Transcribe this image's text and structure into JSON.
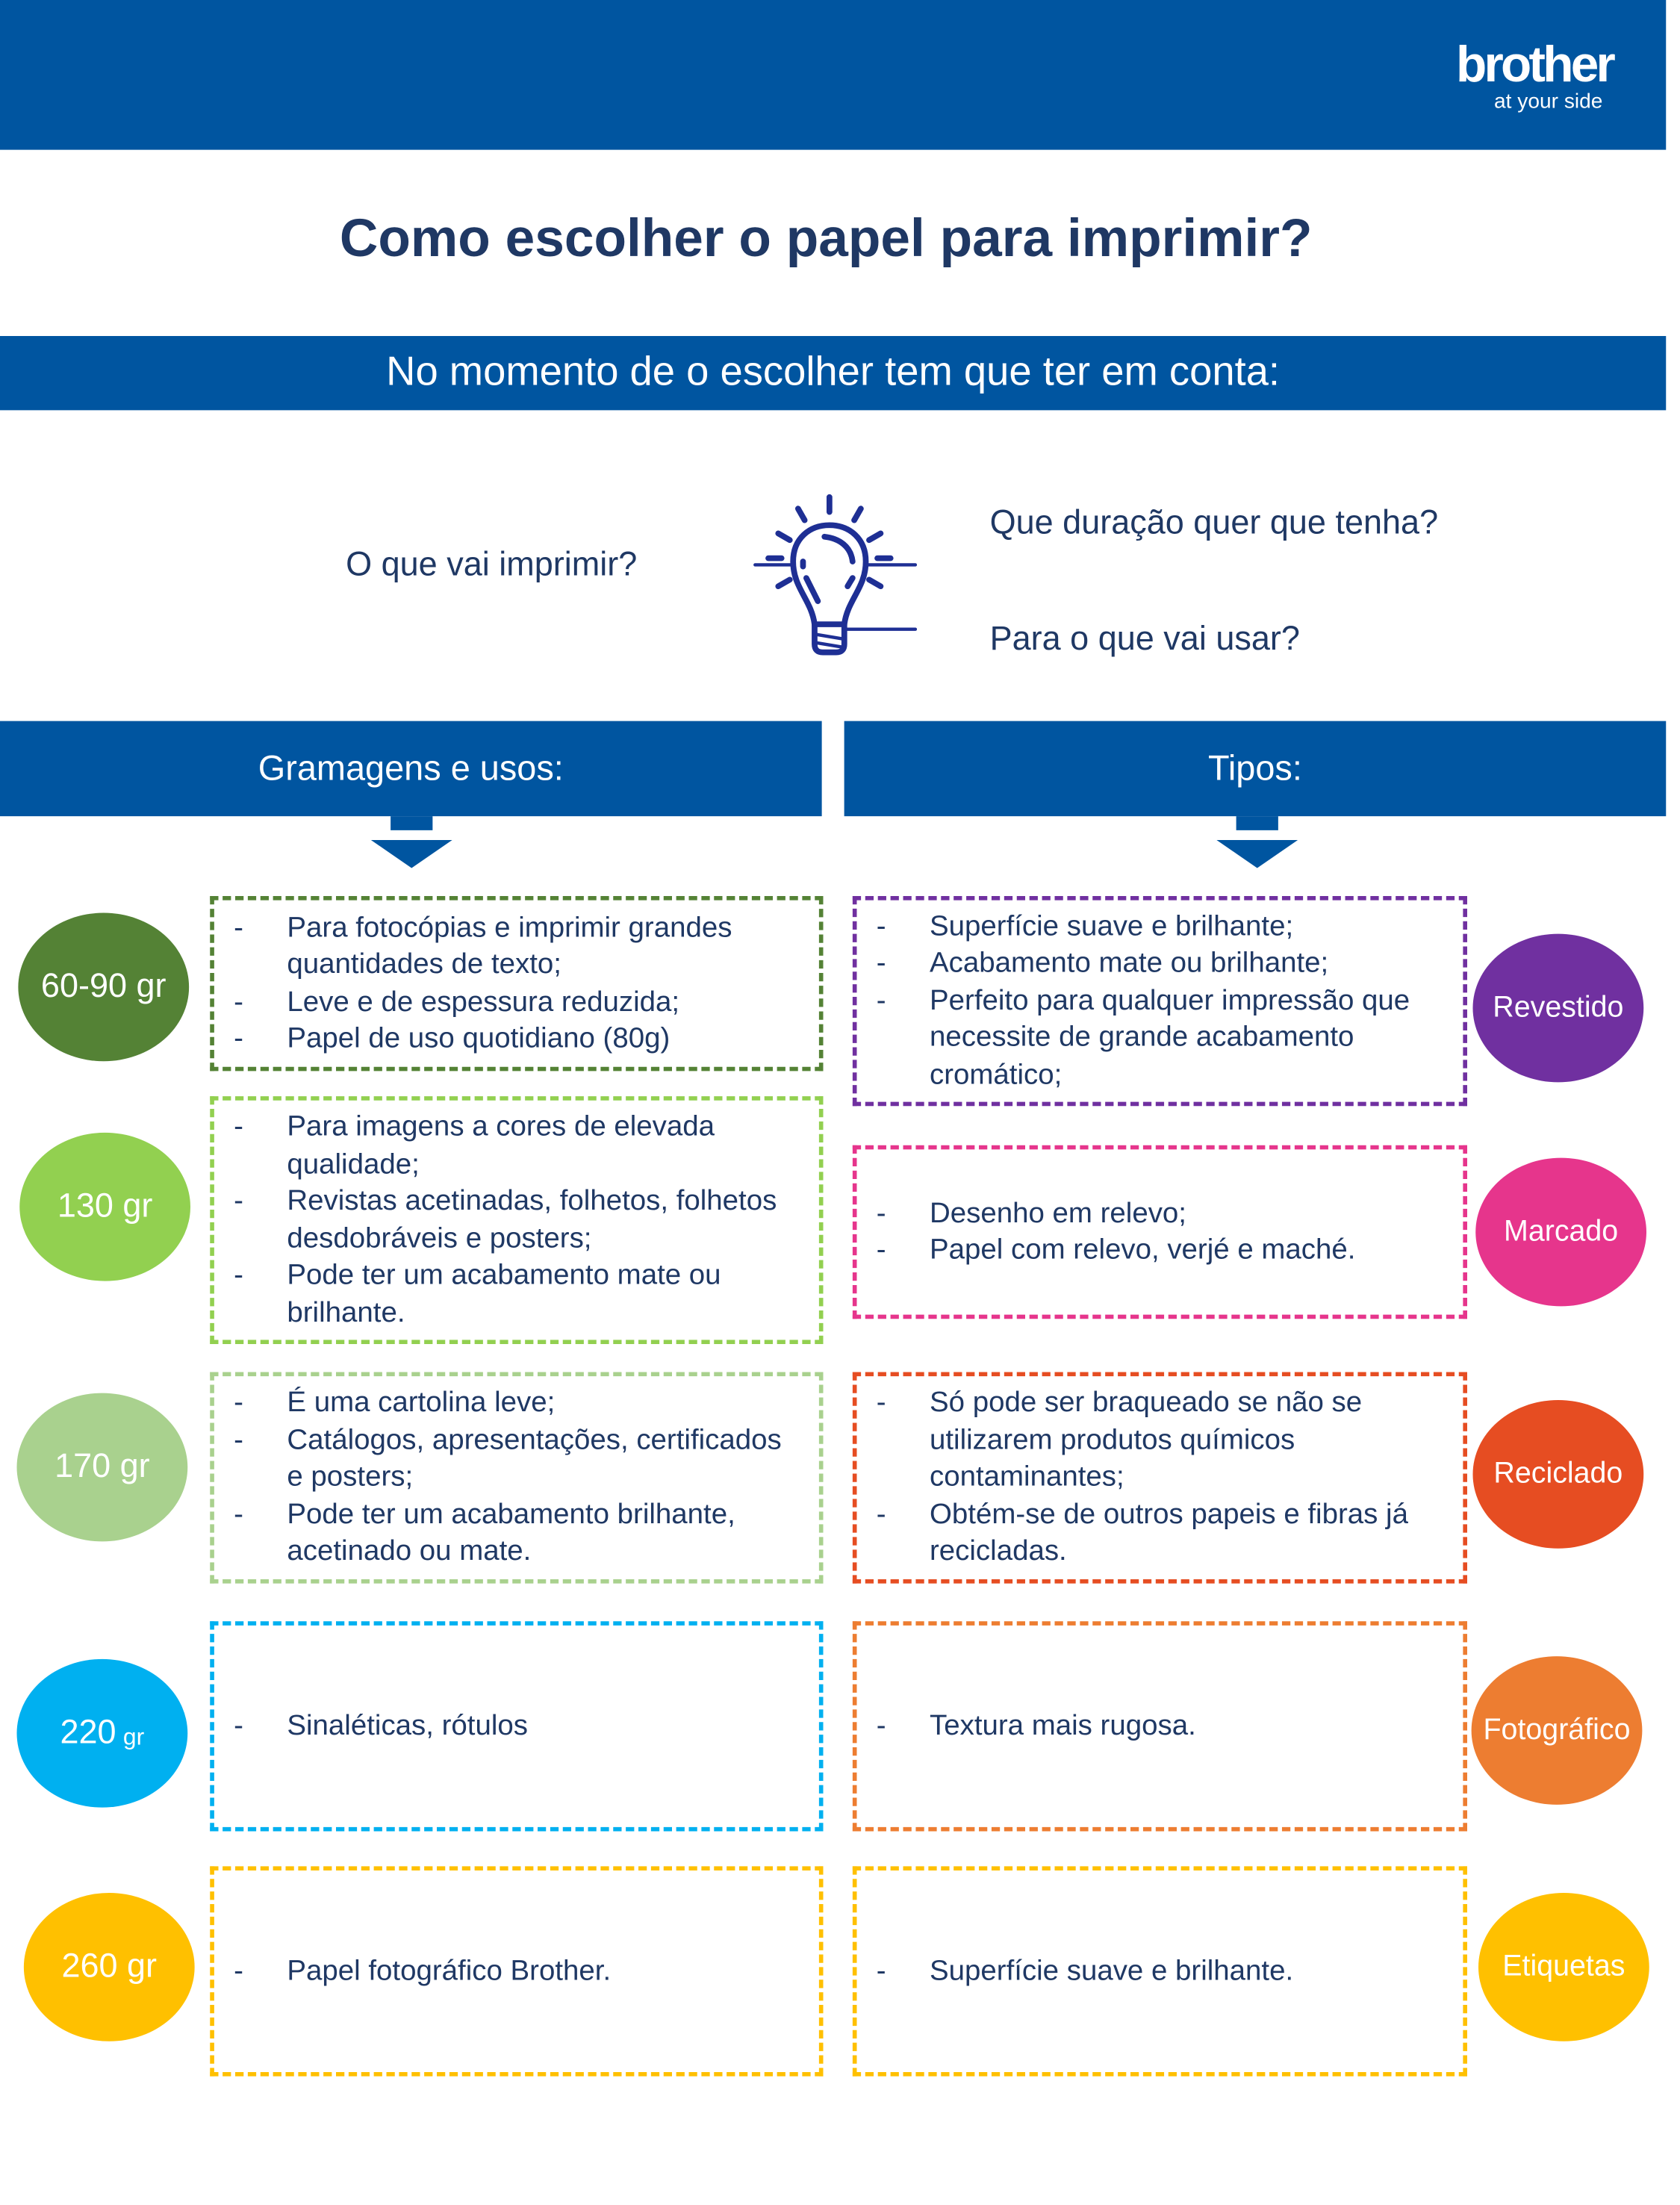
{
  "header": {
    "logo_text": "brother",
    "logo_tagline": "at your side",
    "color": "#0055a0"
  },
  "title": "Como escolher o papel para imprimir?",
  "subheader": "No momento de o escolher tem que ter em conta:",
  "questions": {
    "left": "O que vai imprimir?",
    "right_top": "Que duração quer que tenha?",
    "right_bottom": "Para o que vai usar?"
  },
  "icons": {
    "idea": "lightbulb-icon"
  },
  "sections": {
    "left": "Gramagens e usos:",
    "right": "Tipos:"
  },
  "bullet": "-",
  "weights": [
    {
      "label": "60-90 gr",
      "color": "#548235",
      "items": [
        "Para fotocópias e imprimir grandes quantidades de texto;",
        "Leve e de espessura reduzida;",
        "Papel de uso quotidiano (80g)"
      ]
    },
    {
      "label": "130 gr",
      "color": "#92d050",
      "items": [
        "Para imagens a cores de elevada qualidade;",
        "Revistas acetinadas, folhetos, folhetos desdobráveis e posters;",
        "Pode ter um acabamento mate ou brilhante."
      ]
    },
    {
      "label": "170 gr",
      "color": "#a9d18e",
      "items": [
        "É uma cartolina leve;",
        "Catálogos, apresentações, certificados e posters;",
        "Pode ter um acabamento brilhante, acetinado ou mate."
      ]
    },
    {
      "label_num": "220",
      "label_unit": "gr",
      "color": "#00b0f0",
      "items": [
        "Sinaléticas, rótulos"
      ]
    },
    {
      "label": "260 gr",
      "color": "#ffc000",
      "items": [
        "Papel fotográfico Brother."
      ]
    }
  ],
  "types": [
    {
      "label": "Revestido",
      "color": "#7030a0",
      "items": [
        "Superfície suave e brilhante;",
        "Acabamento mate ou brilhante;",
        "Perfeito para qualquer impressão que necessite de grande acabamento cromático;"
      ]
    },
    {
      "label": "Marcado",
      "color": "#e6358c",
      "items": [
        "Desenho em relevo;",
        "Papel com relevo, verjé e maché."
      ]
    },
    {
      "label": "Reciclado",
      "color": "#e64d22",
      "items": [
        "Só pode ser braqueado se não se utilizarem produtos químicos contaminantes;",
        "Obtém-se de outros papeis e fibras já recicladas."
      ]
    },
    {
      "label": "Fotográfico",
      "color": "#ed7d31",
      "items": [
        "Textura mais rugosa."
      ]
    },
    {
      "label": "Etiquetas",
      "color": "#ffc000",
      "items": [
        "Superfície suave e brilhante."
      ]
    }
  ]
}
